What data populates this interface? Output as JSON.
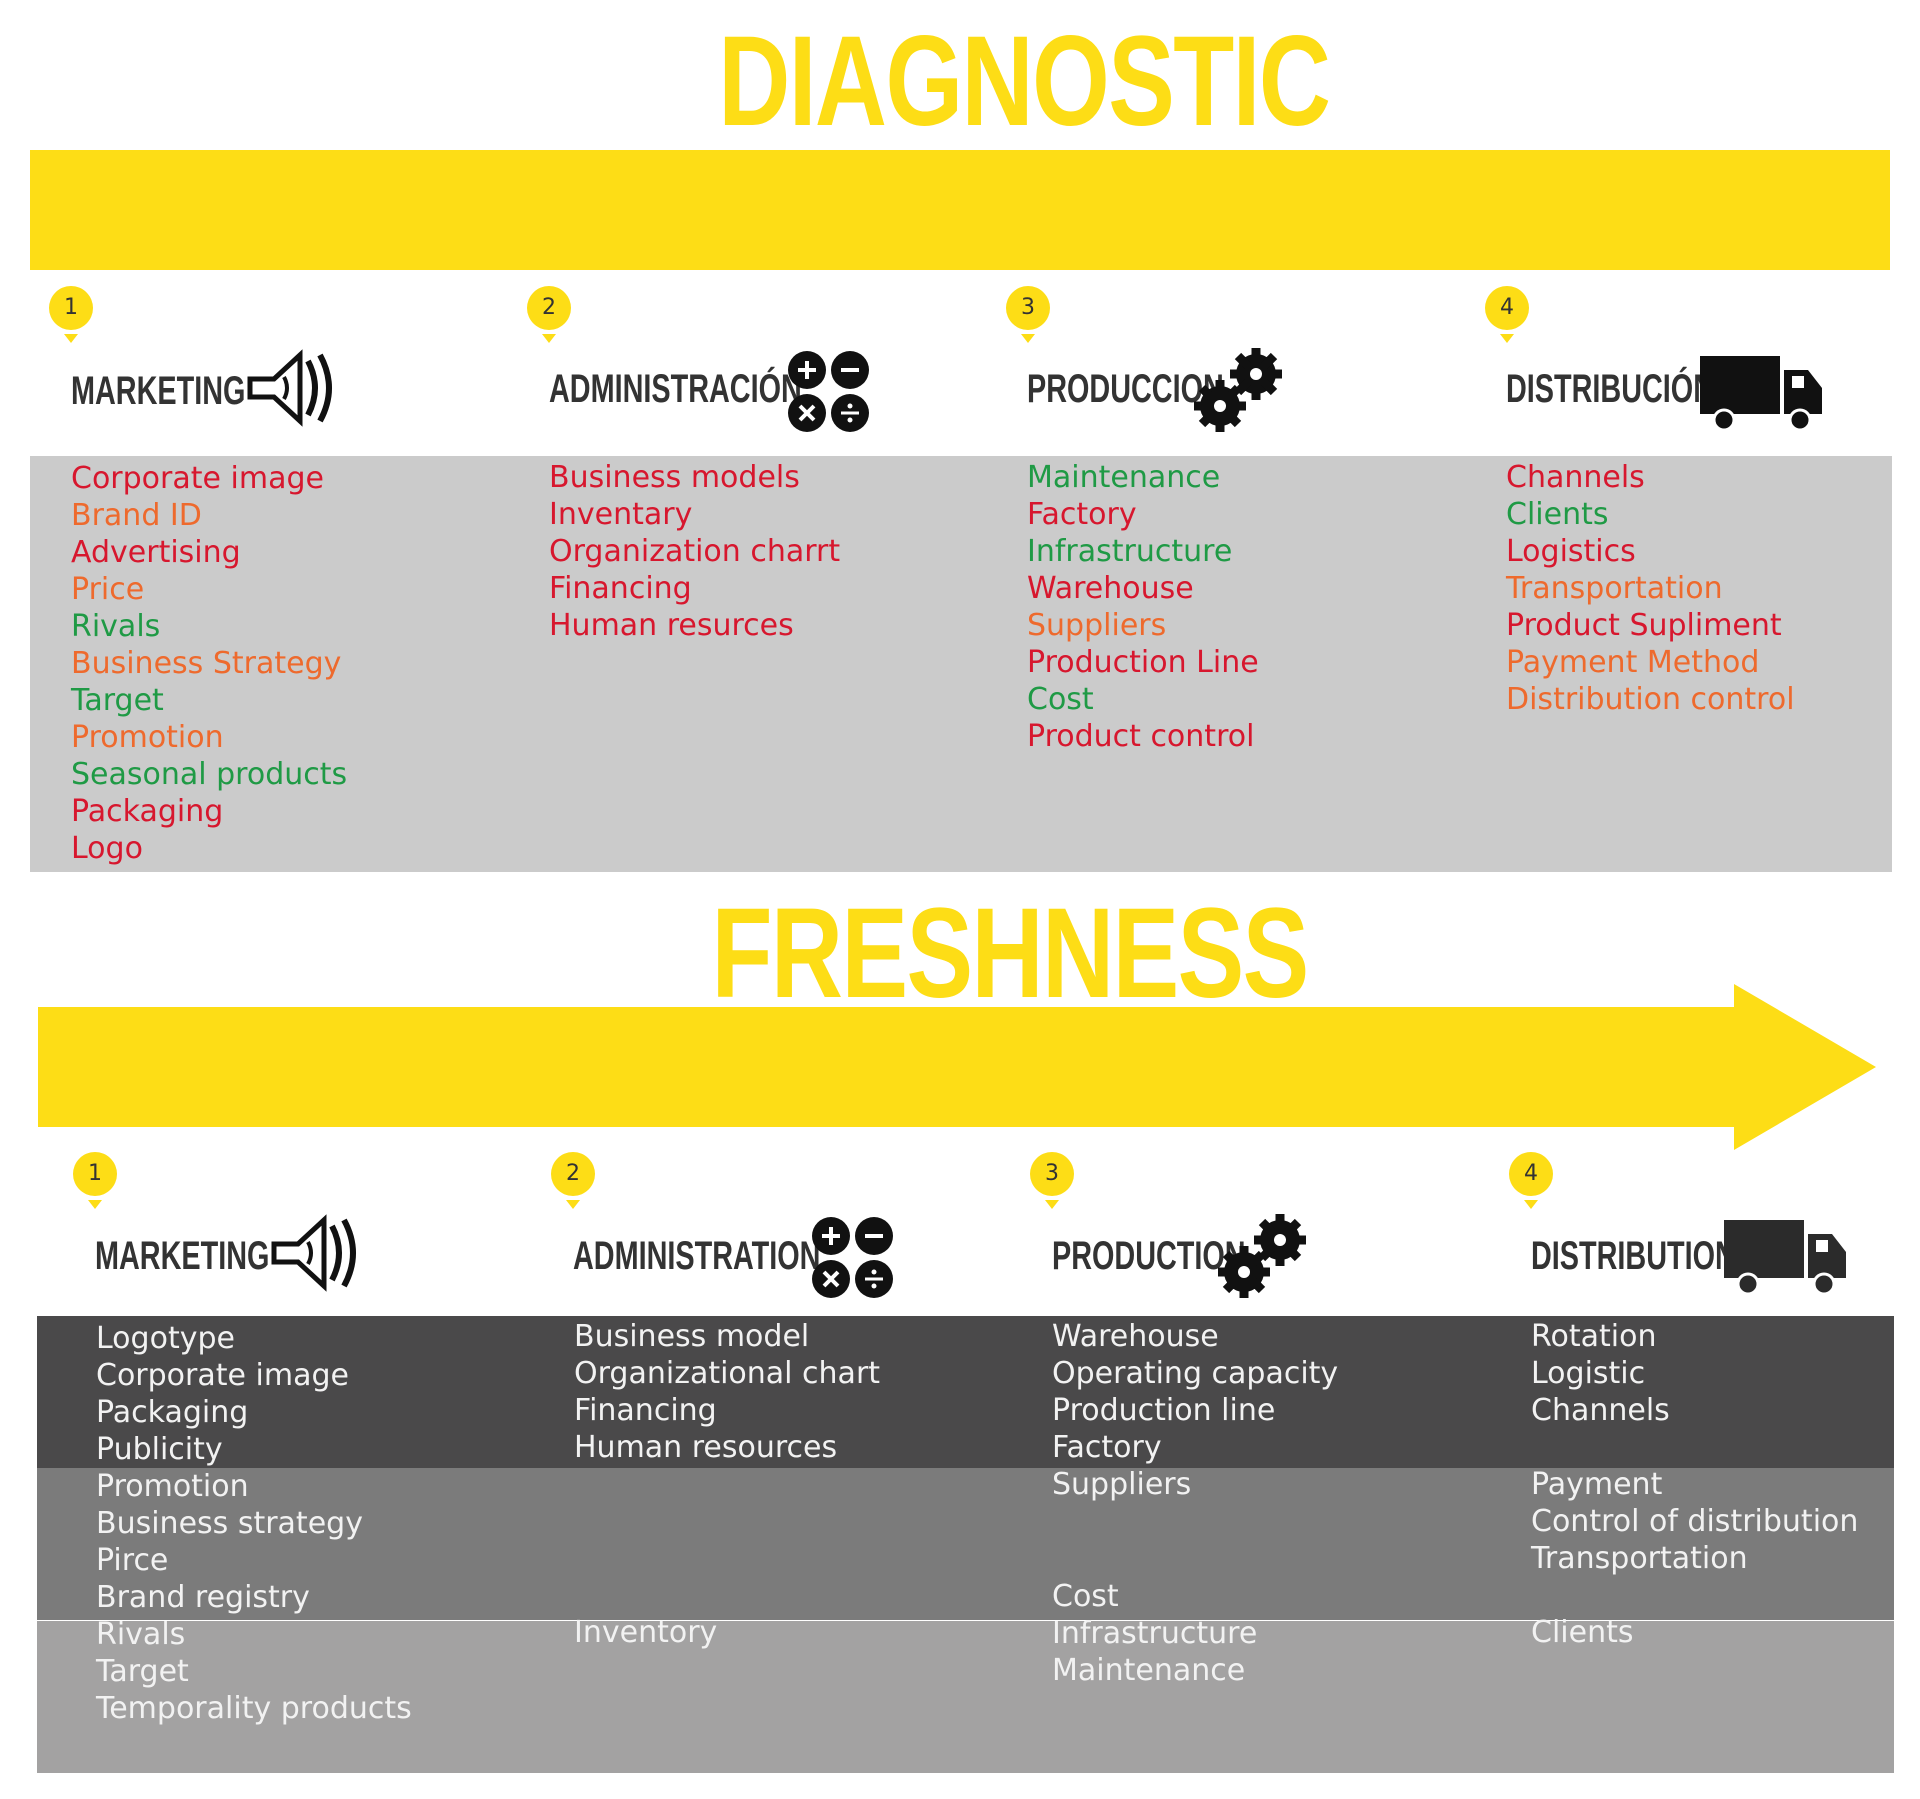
{
  "colors": {
    "yellow": "#FDDD16",
    "red": "#D7172E",
    "orange": "#EE6A2D",
    "green": "#1F9A45"
  },
  "diagnostic": {
    "title": "DIAGNOSTIC",
    "columns": [
      {
        "number": "1",
        "heading": "MARKETING",
        "icon": "megaphone-icon",
        "items": [
          {
            "text": "Corporate image",
            "color": "#D7172E"
          },
          {
            "text": "Brand ID",
            "color": "#EE6A2D"
          },
          {
            "text": "Advertising",
            "color": "#D7172E"
          },
          {
            "text": "Price",
            "color": "#EE6A2D"
          },
          {
            "text": "Rivals",
            "color": "#1F9A45"
          },
          {
            "text": "Business Strategy",
            "color": "#EE6A2D"
          },
          {
            "text": "Target",
            "color": "#1F9A45"
          },
          {
            "text": "Promotion",
            "color": "#EE6A2D"
          },
          {
            "text": "Seasonal products",
            "color": "#1F9A45"
          },
          {
            "text": "Packaging",
            "color": "#D7172E"
          },
          {
            "text": "Logo",
            "color": "#D7172E"
          }
        ]
      },
      {
        "number": "2",
        "heading": "ADMINISTRACIÓN",
        "icon": "calculator-icon",
        "items": [
          {
            "text": "Business models",
            "color": "#D7172E"
          },
          {
            "text": "Inventary",
            "color": "#D7172E"
          },
          {
            "text": "Organization charrt",
            "color": "#D7172E"
          },
          {
            "text": "Financing",
            "color": "#D7172E"
          },
          {
            "text": "Human resurces",
            "color": "#D7172E"
          }
        ]
      },
      {
        "number": "3",
        "heading": "PRODUCCION",
        "icon": "gears-icon",
        "items": [
          {
            "text": "Maintenance",
            "color": "#1F9A45"
          },
          {
            "text": "Factory",
            "color": "#D7172E"
          },
          {
            "text": "Infrastructure",
            "color": "#1F9A45"
          },
          {
            "text": "Warehouse",
            "color": "#D7172E"
          },
          {
            "text": "Suppliers",
            "color": "#EE6A2D"
          },
          {
            "text": "Production Line",
            "color": "#D7172E"
          },
          {
            "text": "Cost",
            "color": "#1F9A45"
          },
          {
            "text": "Product control",
            "color": "#D7172E"
          }
        ]
      },
      {
        "number": "4",
        "heading": "DISTRIBUCIÓN",
        "icon": "truck-icon",
        "items": [
          {
            "text": "Channels",
            "color": "#D7172E"
          },
          {
            "text": "Clients",
            "color": "#1F9A45"
          },
          {
            "text": "Logistics",
            "color": "#D7172E"
          },
          {
            "text": "Transportation",
            "color": "#EE6A2D"
          },
          {
            "text": "Product Supliment",
            "color": "#D7172E"
          },
          {
            "text": "Payment Method",
            "color": "#EE6A2D"
          },
          {
            "text": "Distribution control",
            "color": "#EE6A2D"
          }
        ]
      }
    ]
  },
  "freshness": {
    "title": "FRESHNESS",
    "bands": [
      "#4A494A",
      "#7B7B7B",
      "#A3A2A2"
    ],
    "columns": [
      {
        "number": "1",
        "heading": "MARKETING",
        "icon": "megaphone-icon",
        "groups": [
          [
            "Logotype",
            "Corporate image",
            "Packaging",
            "Publicity"
          ],
          [
            "Promotion",
            "Business strategy",
            "Pirce",
            "Brand registry"
          ],
          [
            "Rivals",
            "Target",
            "Temporality products"
          ]
        ]
      },
      {
        "number": "2",
        "heading": "ADMINISTRATION",
        "icon": "calculator-icon",
        "groups": [
          [
            "Business model",
            "Organizational chart",
            "Financing",
            "Human resources"
          ],
          [],
          [
            "Inventory"
          ]
        ]
      },
      {
        "number": "3",
        "heading": "PRODUCTION",
        "icon": "gears-icon",
        "groups": [
          [
            "Warehouse",
            "Operating capacity",
            "Production line",
            "Factory"
          ],
          [
            "Suppliers",
            "",
            "",
            "Cost"
          ],
          [
            "Infrastructure",
            "Maintenance"
          ]
        ]
      },
      {
        "number": "4",
        "heading": "DISTRIBUTION",
        "icon": "truck-icon",
        "groups": [
          [
            "Rotation",
            "Logistic",
            "Channels",
            ""
          ],
          [
            "Payment",
            "Control of distribution",
            "Transportation"
          ],
          [
            "Clients"
          ]
        ]
      }
    ]
  }
}
